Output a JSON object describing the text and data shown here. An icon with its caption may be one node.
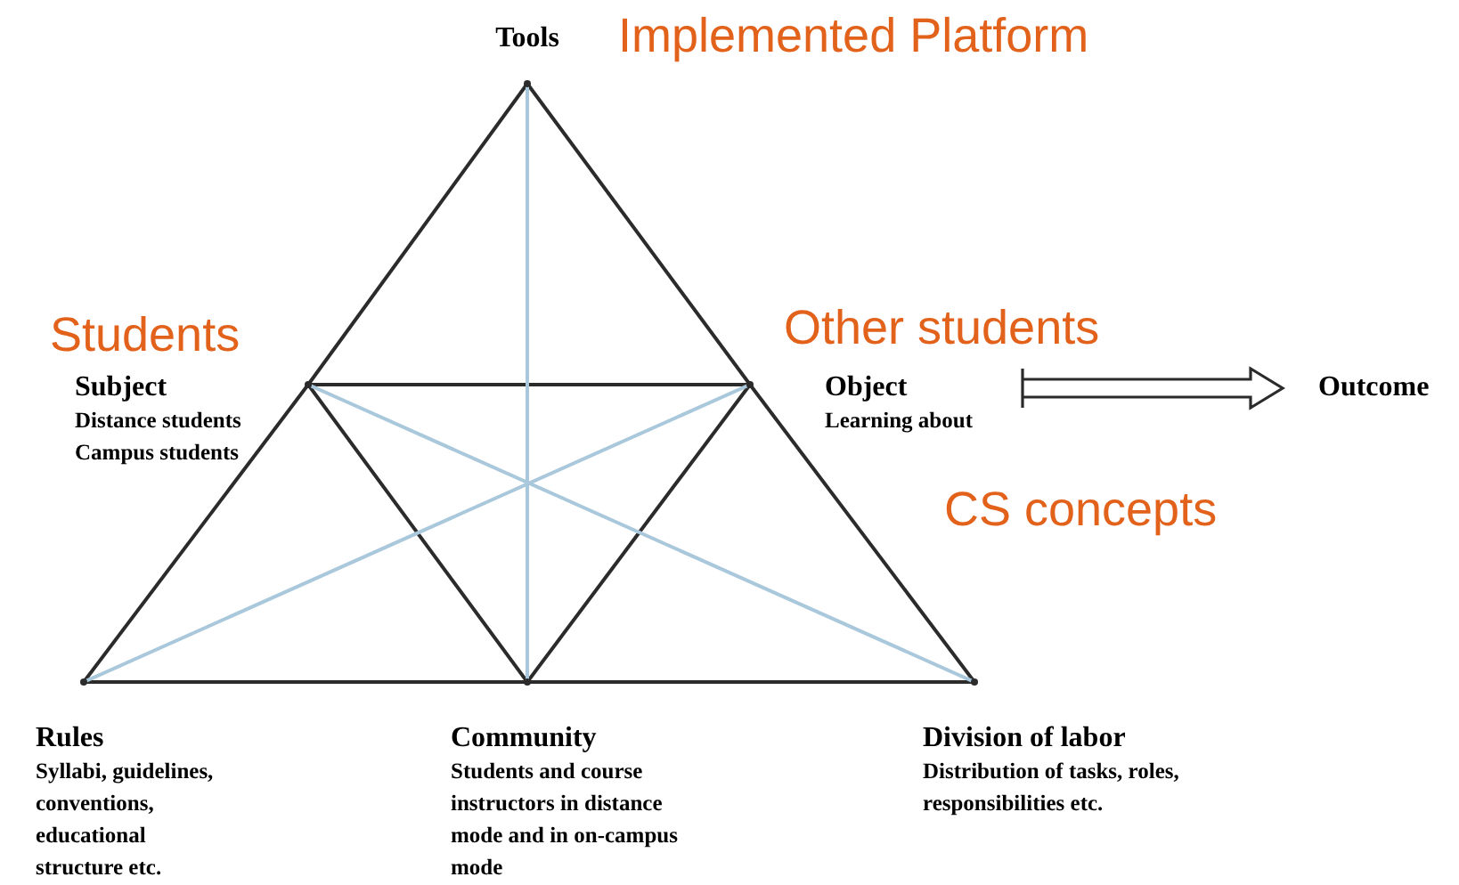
{
  "diagram": {
    "nodes": [
      {
        "text": [
          "Tools"
        ]
      },
      {
        "text": [
          "Subject",
          "Distance students Campus students"
        ]
      },
      {
        "text": [
          "Object",
          "Learning about"
        ]
      },
      {
        "text": [
          "Rules",
          "Syllabi, guidelines, conventions, educational structure etc."
        ]
      },
      {
        "text": [
          "Community",
          "Students and course instructors in distance mode and in on-campus mode"
        ]
      },
      {
        "text": [
          "Division of labor",
          "Distribution of tasks, roles, responsibilities etc."
        ]
      },
      {
        "text": [
          "Outcome"
        ]
      }
    ],
    "edges": [
      {
        "from": 0,
        "to": 1,
        "arrow": "none"
      },
      {
        "from": 1,
        "to": 3,
        "arrow": "none"
      },
      {
        "from": 0,
        "to": 2,
        "arrow": "none"
      },
      {
        "from": 2,
        "to": 5,
        "arrow": "none"
      },
      {
        "from": 3,
        "to": 4,
        "arrow": "none"
      },
      {
        "from": 4,
        "to": 5,
        "arrow": "none"
      },
      {
        "from": 1,
        "to": 2,
        "arrow": "none"
      },
      {
        "from": 1,
        "to": 4,
        "arrow": "none"
      },
      {
        "from": 2,
        "to": 4,
        "arrow": "none"
      },
      {
        "from": 0,
        "to": 4,
        "arrow": "none",
        "color": "#a9c8dc"
      },
      {
        "from": 1,
        "to": 5,
        "arrow": "none",
        "color": "#a9c8dc"
      },
      {
        "from": 2,
        "to": 3,
        "arrow": "none",
        "color": "#a9c8dc"
      },
      {
        "from": 2,
        "to": 6,
        "arrow": "to",
        "style": "thick"
      }
    ],
    "labels": [
      "Implemented Platform",
      "Students",
      "Other students",
      "CS concepts"
    ]
  }
}
